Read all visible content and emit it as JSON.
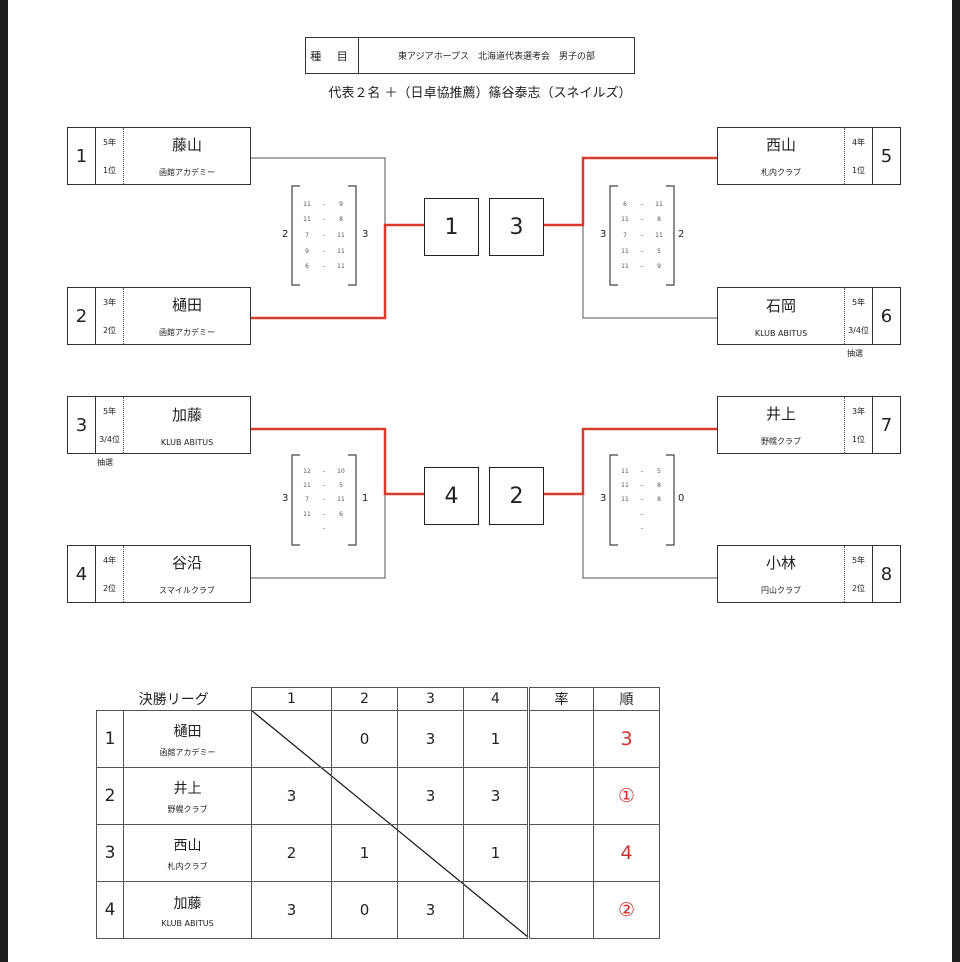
{
  "header": {
    "label": "種 目",
    "event": "東アジアホープス　北海道代表選考会　男子の部",
    "subtitle": "代表２名 ＋（日卓協推薦）篠谷泰志（スネイルズ）"
  },
  "players": [
    {
      "seed": "1",
      "name": "藤山",
      "club": "函館アカデミー",
      "grade": "5年",
      "rank": "1位",
      "note": ""
    },
    {
      "seed": "2",
      "name": "樋田",
      "club": "函館アカデミー",
      "grade": "3年",
      "rank": "2位",
      "note": ""
    },
    {
      "seed": "3",
      "name": "加藤",
      "club": "KLUB ABITUS",
      "grade": "5年",
      "rank": "3/4位",
      "note": "抽選"
    },
    {
      "seed": "4",
      "name": "谷沿",
      "club": "スマイルクラブ",
      "grade": "4年",
      "rank": "2位",
      "note": ""
    },
    {
      "seed": "5",
      "name": "西山",
      "club": "札内クラブ",
      "grade": "4年",
      "rank": "1位",
      "note": ""
    },
    {
      "seed": "6",
      "name": "石岡",
      "club": "KLUB ABITUS",
      "grade": "5年",
      "rank": "3/4位",
      "note": "抽選"
    },
    {
      "seed": "7",
      "name": "井上",
      "club": "野幌クラブ",
      "grade": "3年",
      "rank": "1位",
      "note": ""
    },
    {
      "seed": "8",
      "name": "小林",
      "club": "円山クラブ",
      "grade": "5年",
      "rank": "2位",
      "note": ""
    }
  ],
  "matches": [
    {
      "games": [
        "2",
        "3"
      ],
      "scores": [
        [
          "11",
          "9"
        ],
        [
          "11",
          "8"
        ],
        [
          "7",
          "11"
        ],
        [
          "9",
          "11"
        ],
        [
          "6",
          "11"
        ]
      ]
    },
    {
      "games": [
        "3",
        "2"
      ],
      "scores": [
        [
          "6",
          "11"
        ],
        [
          "11",
          "8"
        ],
        [
          "7",
          "11"
        ],
        [
          "11",
          "5"
        ],
        [
          "11",
          "9"
        ]
      ]
    },
    {
      "games": [
        "3",
        "1"
      ],
      "scores": [
        [
          "12",
          "10"
        ],
        [
          "11",
          "5"
        ],
        [
          "7",
          "11"
        ],
        [
          "11",
          "6"
        ],
        [
          "",
          ""
        ]
      ]
    },
    {
      "games": [
        "3",
        "0"
      ],
      "scores": [
        [
          "11",
          "5"
        ],
        [
          "11",
          "8"
        ],
        [
          "11",
          "8"
        ],
        [
          "",
          ""
        ],
        [
          "",
          ""
        ]
      ]
    }
  ],
  "results": [
    "1",
    "3",
    "4",
    "2"
  ],
  "league": {
    "title": "決勝リーグ",
    "cols": [
      "1",
      "2",
      "3",
      "4"
    ],
    "rate": "率",
    "order": "順",
    "rows": [
      {
        "num": "1",
        "name": "樋田",
        "club": "函館アカデミー",
        "cells": [
          "",
          "0",
          "3",
          "1"
        ],
        "rank": "3"
      },
      {
        "num": "2",
        "name": "井上",
        "club": "野幌クラブ",
        "cells": [
          "3",
          "",
          "3",
          "3"
        ],
        "rank": "①"
      },
      {
        "num": "3",
        "name": "西山",
        "club": "札内クラブ",
        "cells": [
          "2",
          "1",
          "",
          "1"
        ],
        "rank": "4"
      },
      {
        "num": "4",
        "name": "加藤",
        "club": "KLUB ABITUS",
        "cells": [
          "3",
          "0",
          "3",
          ""
        ],
        "rank": "②"
      }
    ]
  },
  "colors": {
    "win": "#d93a2b",
    "line": "#555555"
  }
}
